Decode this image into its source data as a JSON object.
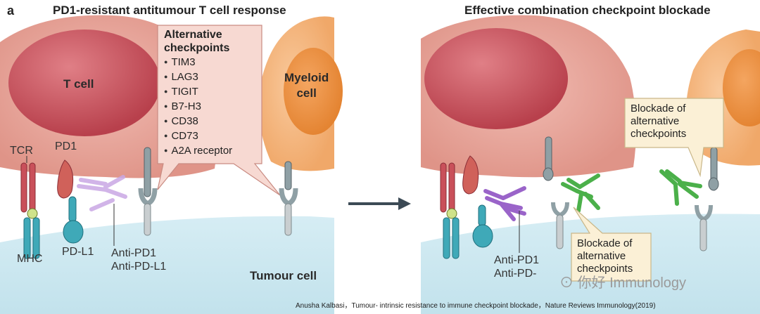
{
  "panel_letter": "a",
  "left_panel": {
    "title": "PD1-resistant antitumour T cell response",
    "t_cell_label": "T cell",
    "myeloid_label_line1": "Myeloid",
    "myeloid_label_line2": "cell",
    "tumour_label": "Tumour cell",
    "labels": {
      "tcr": "TCR",
      "pd1": "PD1",
      "mhc": "MHC",
      "pdl1": "PD-L1",
      "anti_pd1": "Anti-PD1",
      "anti_pdl1": "Anti-PD-L1"
    },
    "callout_title_line1": "Alternative",
    "callout_title_line2": "checkpoints",
    "checkpoints": [
      "TIM3",
      "LAG3",
      "TIGIT",
      "B7-H3",
      "CD38",
      "CD73",
      "A2A receptor"
    ]
  },
  "right_panel": {
    "title": "Effective combination checkpoint blockade",
    "blockade_top": [
      "Blockade of",
      "alternative",
      "checkpoints"
    ],
    "blockade_bottom": [
      "Blockade of",
      "alternative",
      "checkpoints"
    ],
    "anti_pd1": "Anti-PD1",
    "anti_pdl1": "Anti-PD-"
  },
  "watermark": "⊙ 你好 Immunology",
  "credit": "Anusha Kalbasi，Tumour- intrinsic resistance to immune checkpoint blockade，Nature Reviews Immunology(2019)",
  "colors": {
    "t_cell_outer": "#e8a59b",
    "t_cell_nucleus": "#c9505a",
    "myeloid_outer": "#f4b27a",
    "myeloid_nucleus": "#e98a3f",
    "tumour": "#cde7f0",
    "callout": "#f7d9d2",
    "note_box": "#fbf0d6",
    "antibody_green": "#5cc05b",
    "antibody_purple": "#b28ad6",
    "receptor_grey": "#a9b3b6",
    "teal": "#3fa9b8",
    "arrow": "#3c4a55"
  }
}
